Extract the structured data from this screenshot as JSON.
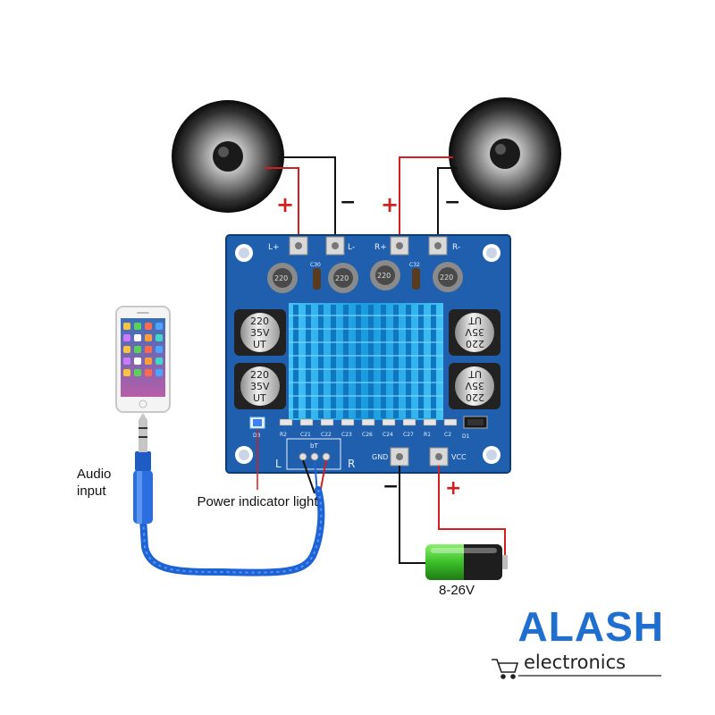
{
  "labels": {
    "audio_input": "Audio input",
    "power_indicator": "Power indicator light",
    "battery_voltage": "8-26V"
  },
  "signs": {
    "left_plus": "+",
    "left_minus": "−",
    "right_plus": "+",
    "right_minus": "−",
    "gnd_minus": "−",
    "vcc_plus": "+"
  },
  "board": {
    "pin_l_plus": "L+",
    "pin_l_minus": "L-",
    "pin_r_plus": "R+",
    "pin_r_minus": "R-",
    "pin_gnd": "GND",
    "pin_vcc": "VCC",
    "channel_l": "L",
    "channel_r": "R",
    "cap_value_top": "220",
    "cap_value_side": "220",
    "cap_voltage": "35V",
    "cap_brand": "UT",
    "led_label": "D3",
    "diode_label": "D1",
    "inductor_code": "220",
    "components": [
      "R2",
      "C21",
      "C22",
      "C23",
      "C26",
      "C24",
      "C27",
      "R1",
      "C2"
    ],
    "cap_labels_top": [
      "C30",
      "C32"
    ],
    "input_header": "bT"
  },
  "logo": {
    "brand": "ALASH",
    "tagline": "electronics"
  },
  "colors": {
    "pcb": "#1f5fae",
    "heatsink": "#1fa3e6",
    "wire_red": "#d41f1f",
    "wire_black": "#111111",
    "cable_blue": "#1e63d6",
    "brand_blue": "#1f6fd1",
    "battery_green": "#3cbf2a"
  }
}
